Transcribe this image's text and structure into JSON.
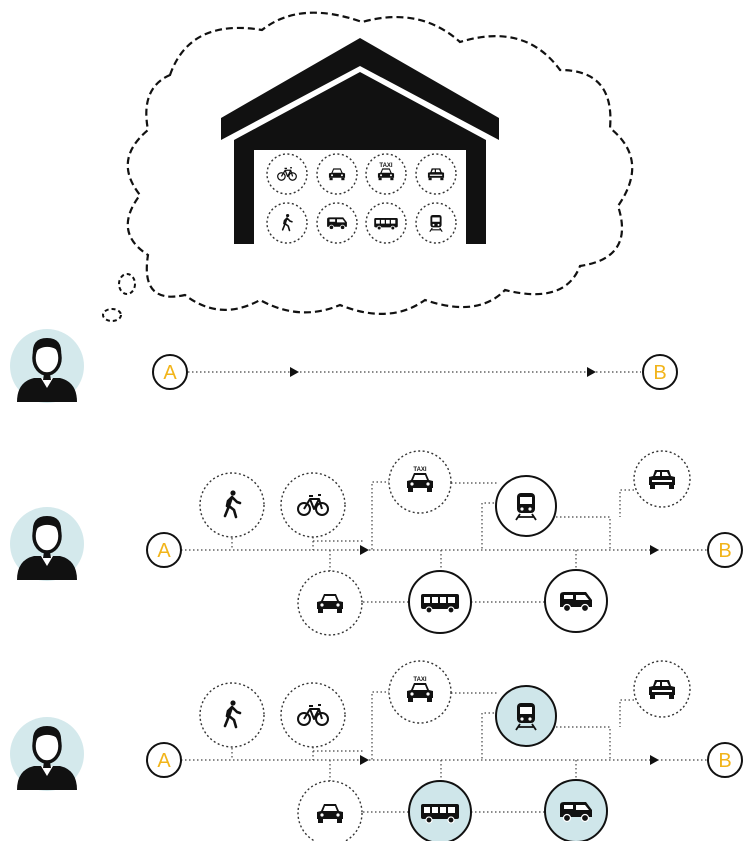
{
  "diagram": {
    "colors": {
      "ink": "#111111",
      "accent": "#f2b419",
      "avatar_bg": "#d4e9ec",
      "highlight": "#cfe6ea",
      "dotted": "#555555"
    },
    "start_label": "A",
    "end_label": "B",
    "taxi_label": "TAXI",
    "icons": [
      "bicycle-icon",
      "car-icon",
      "taxi-icon",
      "suv-icon",
      "walk-icon",
      "van-icon",
      "bus-icon",
      "train-icon"
    ],
    "rows": [
      {
        "name": "direct-trip"
      },
      {
        "name": "multimodal-trip"
      },
      {
        "name": "multimodal-trip-highlighted",
        "highlighted_modes": [
          "train",
          "bus",
          "van"
        ]
      }
    ]
  }
}
